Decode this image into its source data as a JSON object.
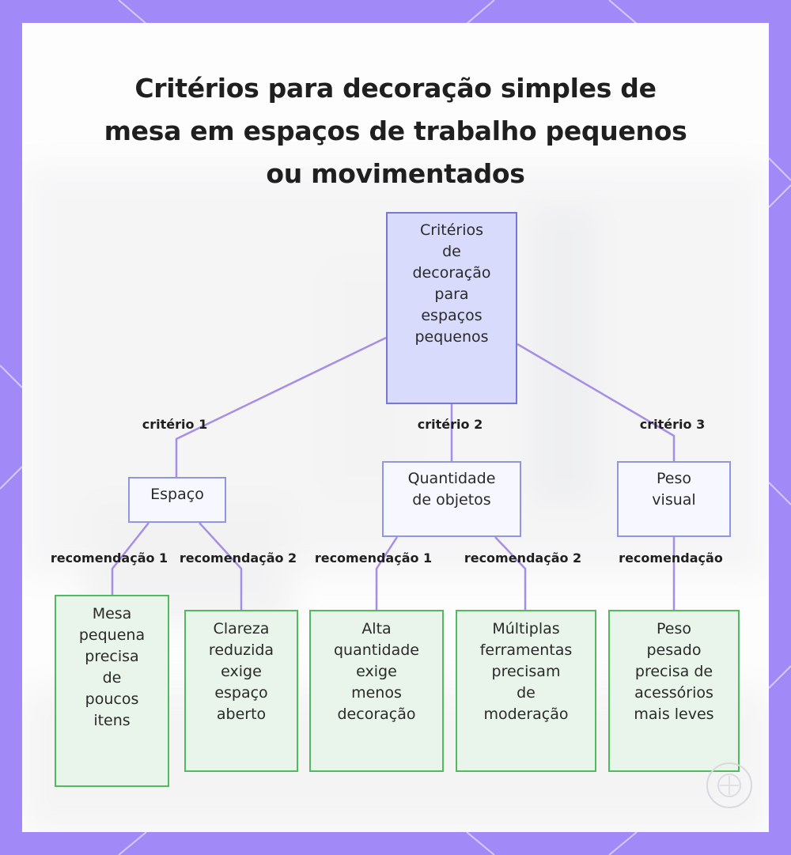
{
  "title": {
    "lines": [
      "Critérios para decoração simples de",
      "mesa em espaços de trabalho pequenos",
      "ou movimentados"
    ]
  },
  "colors": {
    "frame": "#a18af7",
    "root_fill": "#d9dbfd",
    "root_border": "#7777d9",
    "criterion_border": "#8e97e0",
    "leaf_fill": "#e9f5ea",
    "leaf_border": "#53b95e",
    "connector": "#a58ee6"
  },
  "diagram": {
    "root": {
      "lines": [
        "Critérios",
        "de",
        "decoração",
        "para",
        "espaços",
        "pequenos"
      ]
    },
    "criteria": [
      {
        "label": "critério 1",
        "lines": [
          "Espaço"
        ],
        "recommendations": [
          {
            "label": "recomendação 1",
            "lines": [
              "Mesa",
              "pequena",
              "precisa",
              "de",
              "poucos",
              "itens"
            ]
          },
          {
            "label": "recomendação 2",
            "lines": [
              "Clareza",
              "reduzida",
              "exige",
              "espaço",
              "aberto"
            ]
          }
        ]
      },
      {
        "label": "critério 2",
        "lines": [
          "Quantidade",
          "de objetos"
        ],
        "recommendations": [
          {
            "label": "recomendação 1",
            "lines": [
              "Alta",
              "quantidade",
              "exige",
              "menos",
              "decoração"
            ]
          },
          {
            "label": "recomendação 2",
            "lines": [
              "Múltiplas",
              "ferramentas",
              "precisam",
              "de",
              "moderação"
            ]
          }
        ]
      },
      {
        "label": "critério 3",
        "lines": [
          "Peso",
          "visual"
        ],
        "recommendations": [
          {
            "label": "recomendação",
            "lines": [
              "Peso",
              "pesado",
              "precisa de",
              "acessórios",
              "mais leves"
            ]
          }
        ]
      }
    ]
  }
}
